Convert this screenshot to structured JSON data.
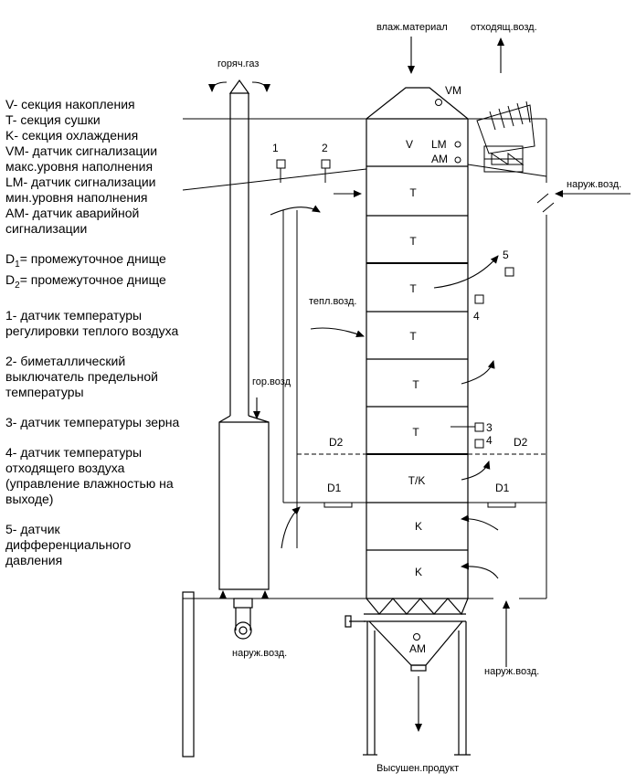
{
  "top_labels": {
    "wet_material": "влаж.материал",
    "exhaust_air": "отходящ.возд.",
    "hot_gas": "горяч.газ"
  },
  "legend": {
    "v": "V- секция накопления",
    "t": "T- секция сушки",
    "k": "K- секция охлаждения",
    "vm": "VM- датчик сигнализации макс.уровня наполнения",
    "lm": "LM- датчик сигнализации мин.уровня наполнения",
    "am": "AM- датчик аварийной сигнализации",
    "d1_sym": "D",
    "d1_sub": "1",
    "d1_text": "= промежуточное днище",
    "d2_sym": "D",
    "d2_sub": "2",
    "d2_text": "= промежуточное днище",
    "s1": "1- датчик температуры регулировки теплого воздуха",
    "s2": "2- биметаллический выключатель предельной температуры",
    "s3": "3- датчик температуры зерна",
    "s4": "4- датчик температуры отходящего воздуха (управление влажностью на выходе)",
    "s5": "5- датчик дифференциального давления"
  },
  "sections": [
    "V",
    "T",
    "T",
    "T",
    "T",
    "T",
    "T",
    "T/K",
    "K",
    "K"
  ],
  "sensors": {
    "vm": "VM",
    "lm": "LM",
    "am_top": "AM",
    "am_bottom": "AM",
    "n1": "1",
    "n2": "2",
    "n3": "3",
    "n4a": "4",
    "n4b": "4",
    "n5": "5"
  },
  "flow_labels": {
    "outside_air_right": "наруж.возд.",
    "warm_air": "тепл.возд.",
    "hot_air": "гор.возд",
    "outside_air_bottom_left": "наруж.возд.",
    "outside_air_bottom_right": "наруж.возд.",
    "dried_product": "Высушен.продукт"
  },
  "floor_labels": {
    "d2_left": "D2",
    "d2_right": "D2",
    "d1_left": "D1",
    "d1_right": "D1"
  }
}
